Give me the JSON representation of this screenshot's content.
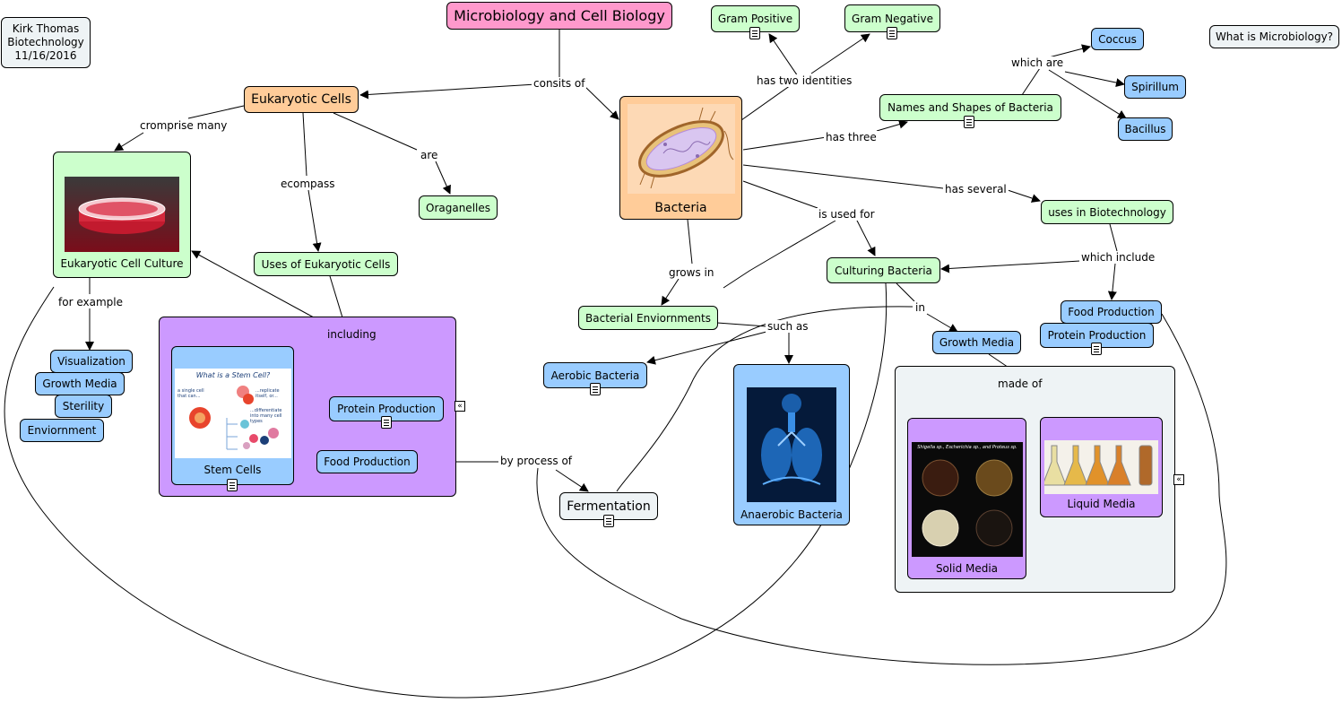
{
  "author": {
    "name": "Kirk Thomas",
    "course": "Biotechnology",
    "date": "11/16/2016"
  },
  "title": "Microbiology and Cell Biology",
  "question": "What is Microbiology?",
  "nodes": {
    "eukaryotic_cells": "Eukaryotic Cells",
    "bacteria": "Bacteria",
    "gram_positive": "Gram Positive",
    "gram_negative": "Gram Negative",
    "names_shapes": "Names and Shapes of Bacteria",
    "coccus": "Coccus",
    "spirillum": "Spirillum",
    "bacillus": "Bacillus",
    "eukaryotic_culture": "Eukaryotic Cell Culture",
    "oraganelles": "Oraganelles",
    "uses_eukaryotic": "Uses of Eukaryotic Cells",
    "uses_biotech": "uses in Biotechnology",
    "culturing_bacteria": "Culturing Bacteria",
    "bacterial_env": "Bacterial Enviornments",
    "aerobic": "Aerobic Bacteria",
    "anaerobic": "Anaerobic Bacteria",
    "growth_media": "Growth Media",
    "food_production_right": "Food Production",
    "protein_production_right": "Protein Production",
    "visualization": "Visualization",
    "growth_media_left": "Growth Media",
    "sterility": "Sterility",
    "enviornment": "Enviornment",
    "stem_cells": "Stem Cells",
    "protein_production_left": "Protein Production",
    "food_production_left": "Food Production",
    "fermentation": "Fermentation",
    "solid_media": "Solid Media",
    "liquid_media": "Liquid Media"
  },
  "links": {
    "consits_of": "consits of",
    "has_two_identities": "has two identities",
    "has_three": "has three",
    "which_are": "which are",
    "crompise_many": "cromprise many",
    "ecompass": "ecompass",
    "are": "are",
    "has_several": "has several",
    "is_used_for": "is used for",
    "grows_in": "grows in",
    "which_include": "which include",
    "in": "in",
    "such_as": "such as",
    "for_example": "for example",
    "including": "including",
    "made_of": "made of",
    "by_process_of": "by process of"
  },
  "image_text": {
    "stem_title": "What is a Stem Cell?",
    "stem_a": "a single cell that can...",
    "stem_b": "...replicate itself, or...",
    "stem_c": "...differentiate into many cell types",
    "petri_title": "Shigella sp., Escherichia sp., and Proteus sp."
  },
  "colors": {
    "green": "#ccffcc",
    "blue": "#99ccff",
    "orange": "#ffcc99",
    "pink": "#ff99cc",
    "purple": "#cc99ff",
    "grey": "#eef3f5"
  }
}
